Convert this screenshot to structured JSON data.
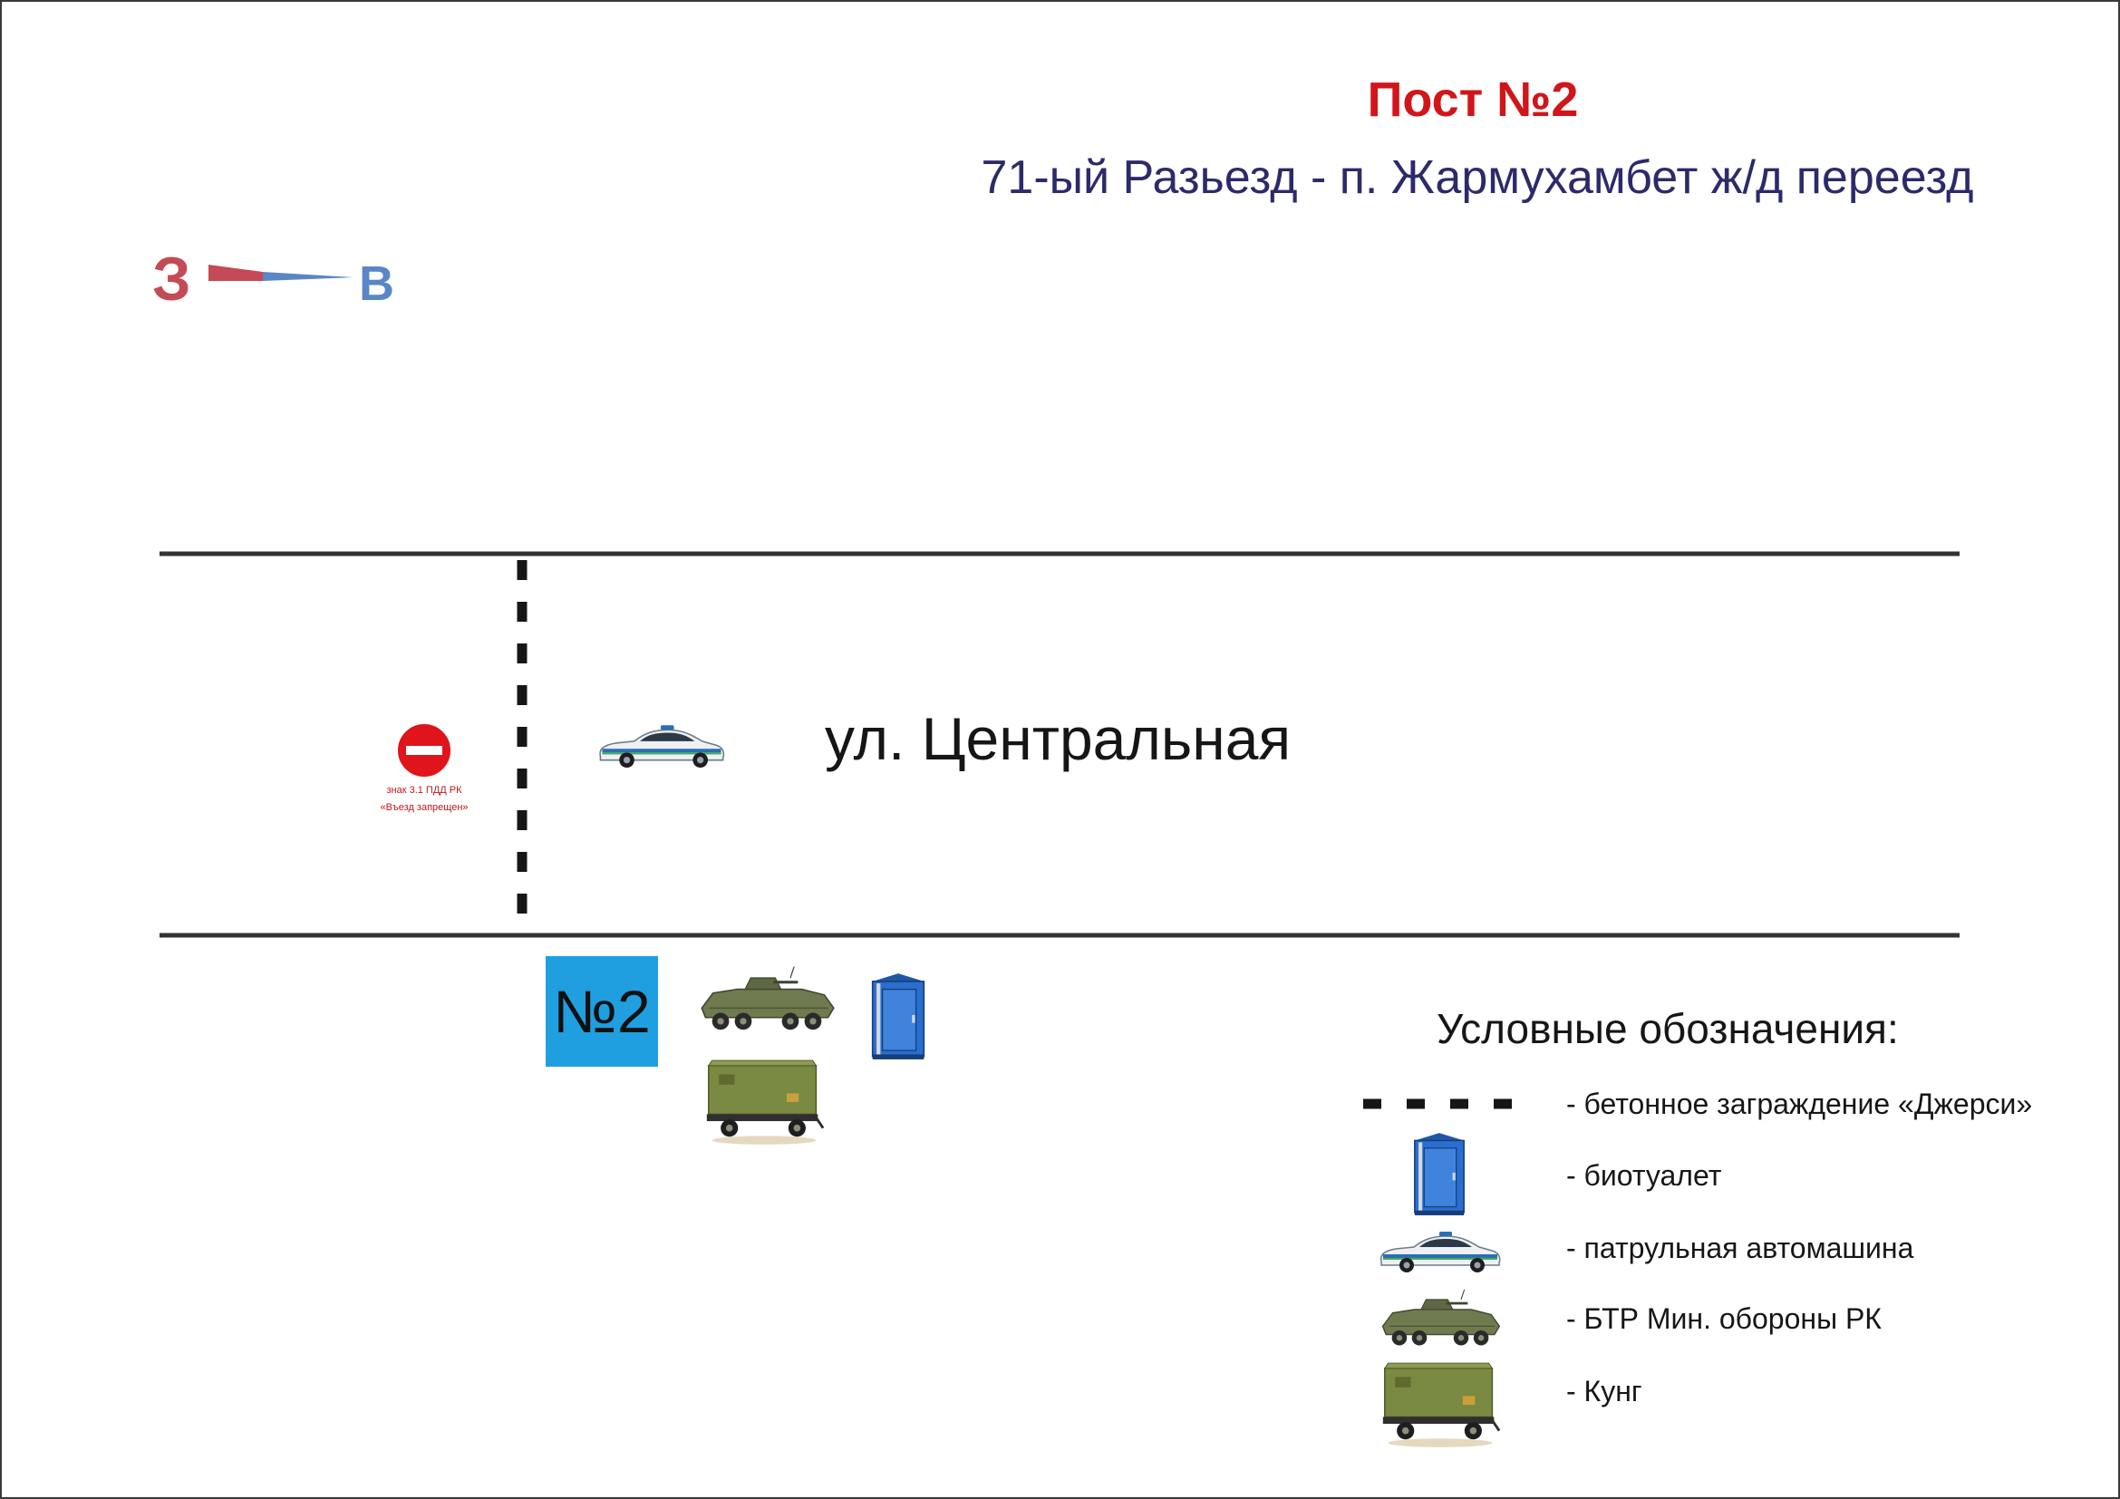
{
  "header": {
    "title": "Пост №2",
    "subtitle": "71-ый Разьезд - п. Жармухамбет ж/д переезд"
  },
  "compass": {
    "west": "З",
    "east": "В"
  },
  "map": {
    "street_name": "ул. Центральная",
    "post_badge": "№2",
    "sign": {
      "line1": "знак 3.1 ПДД РК",
      "line2": "«Въезд запрещен»"
    }
  },
  "legend": {
    "title": "Условные обозначения:",
    "items": [
      {
        "icon": "jersey-barrier-icon",
        "label": "- бетонное заграждение «Джерси»"
      },
      {
        "icon": "bio-toilet-icon",
        "label": "- биотуалет"
      },
      {
        "icon": "patrol-car-icon",
        "label": "- патрульная автомашина"
      },
      {
        "icon": "apc-icon",
        "label": "- БТР Мин. обороны РК"
      },
      {
        "icon": "kung-trailer-icon",
        "label": "- Кунг"
      }
    ]
  },
  "colors": {
    "title": "#d0161b",
    "subtitle": "#2c2a6a",
    "west": "#c44a56",
    "east": "#5b86c6",
    "post_badge": "#1f9fe0",
    "no_entry_sign": "#e0141b"
  }
}
